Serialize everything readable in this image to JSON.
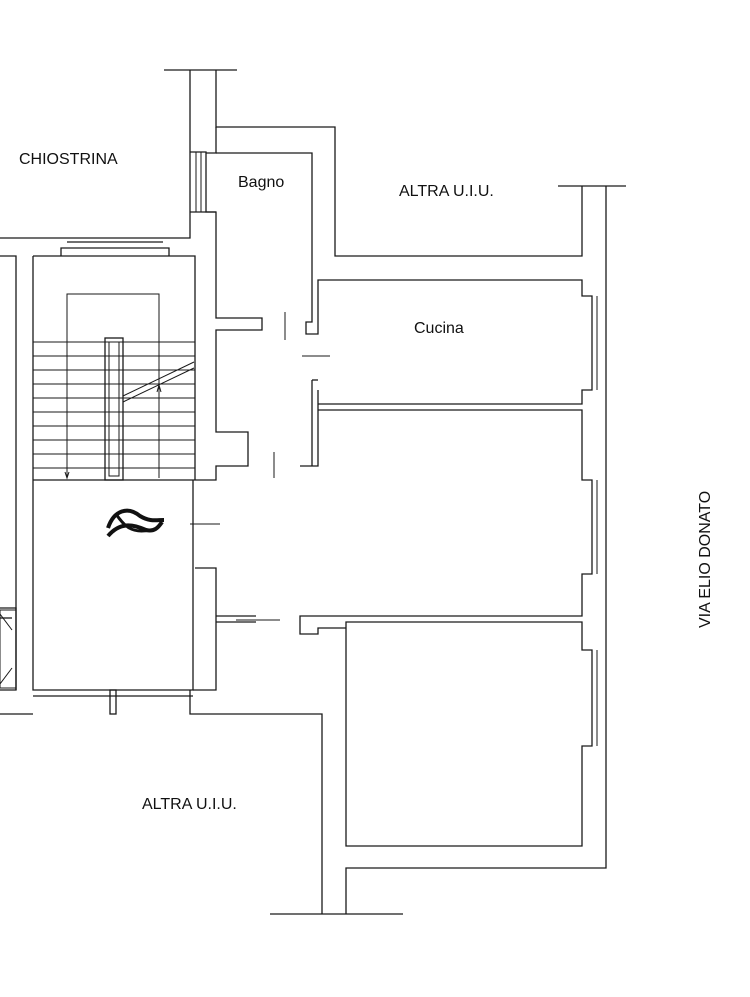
{
  "labels": {
    "chiostrina": "CHIOSTRINA",
    "bagno": "Bagno",
    "altra_uiu_top": "ALTRA U.I.U.",
    "cucina": "Cucina",
    "via": "VIA ELIO DONATO",
    "altra_uiu_bottom": "ALTRA U.I.U."
  },
  "colors": {
    "line": "#1a1a1a",
    "text": "#111111",
    "scribble": "#111111",
    "background": "#ffffff"
  }
}
